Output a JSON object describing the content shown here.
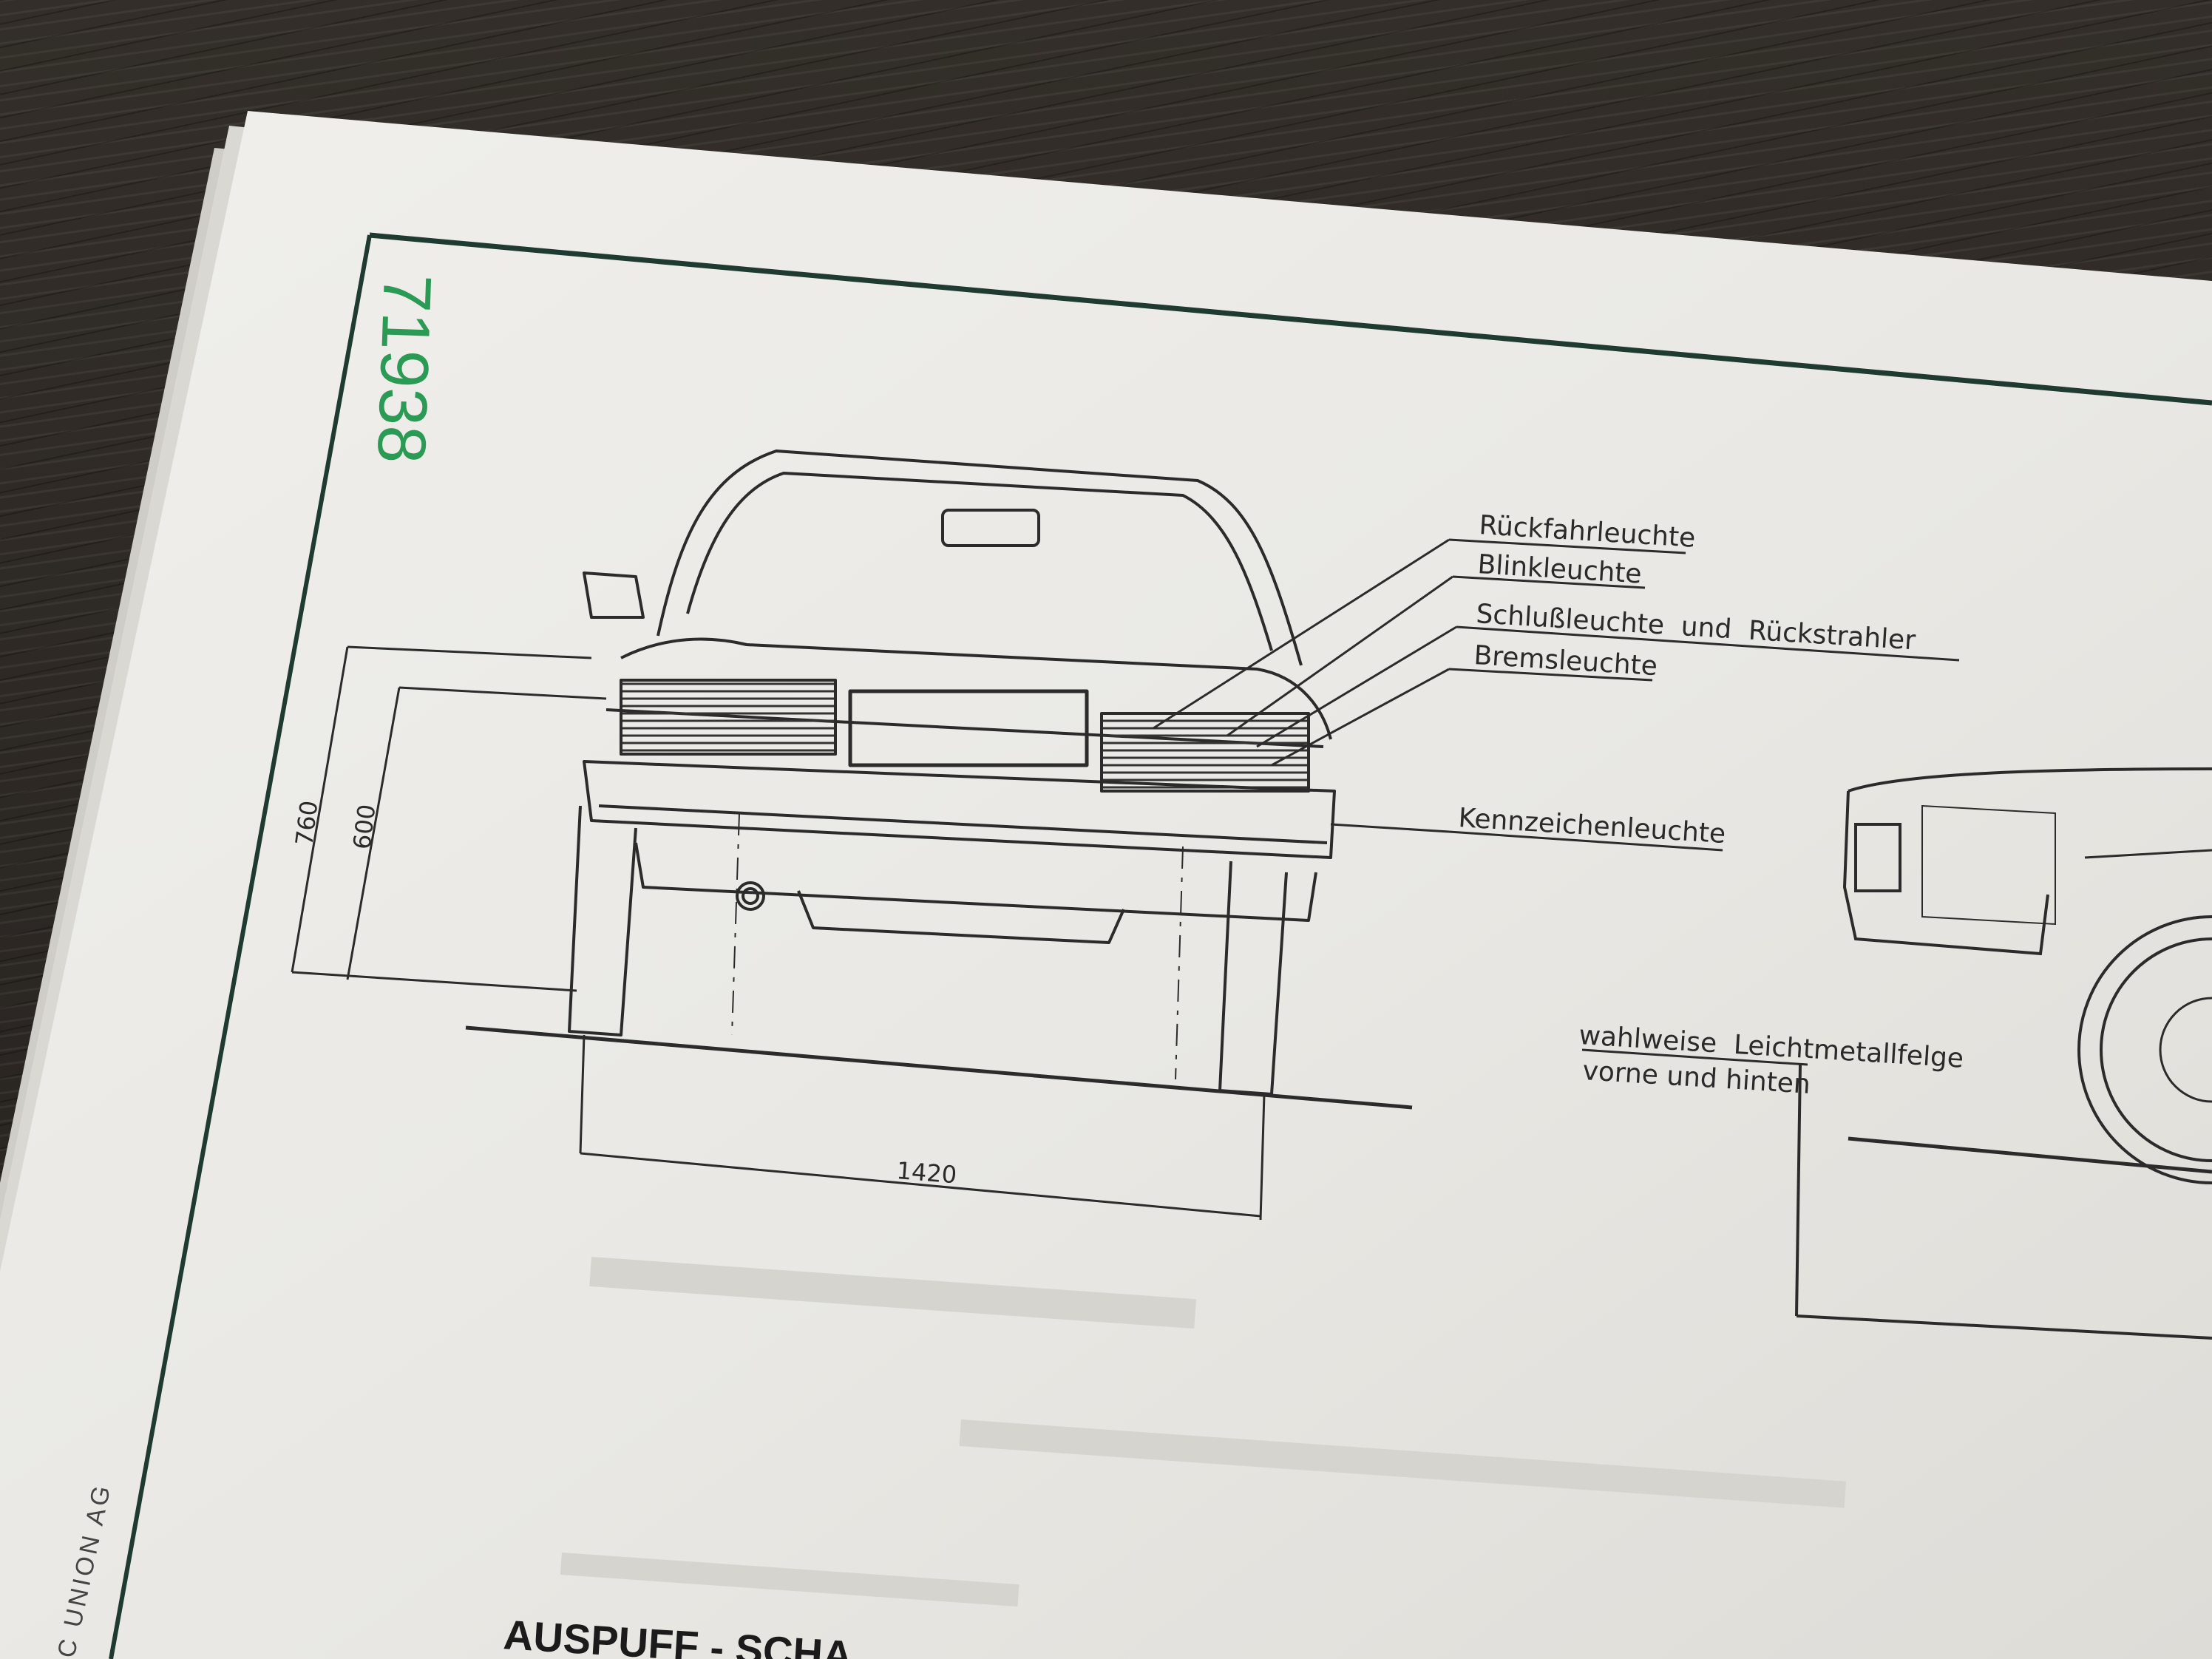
{
  "document": {
    "drawing_number": "71938",
    "company": "C UNION AG",
    "footer_heading": "AUSPUFF - SCHA..."
  },
  "rear_view": {
    "callouts": [
      "Rückfahrleuchte",
      "Blinkleuchte",
      "Schlußleuchte  und  Rückstrahler",
      "Bremsleuchte",
      "Kennzeichenleuchte"
    ],
    "dimensions": {
      "height_outer": "760",
      "height_inner": "600",
      "track_width": "1420"
    }
  },
  "side_view": {
    "note_line1": "wahlweise  Leichtmetallfelge",
    "note_line2": "vorne und hinten"
  },
  "colors": {
    "paper": "#ecebe7",
    "ink": "#2a2a2a",
    "stamp_green": "#2a9a55",
    "frame": "#1f3a30"
  }
}
